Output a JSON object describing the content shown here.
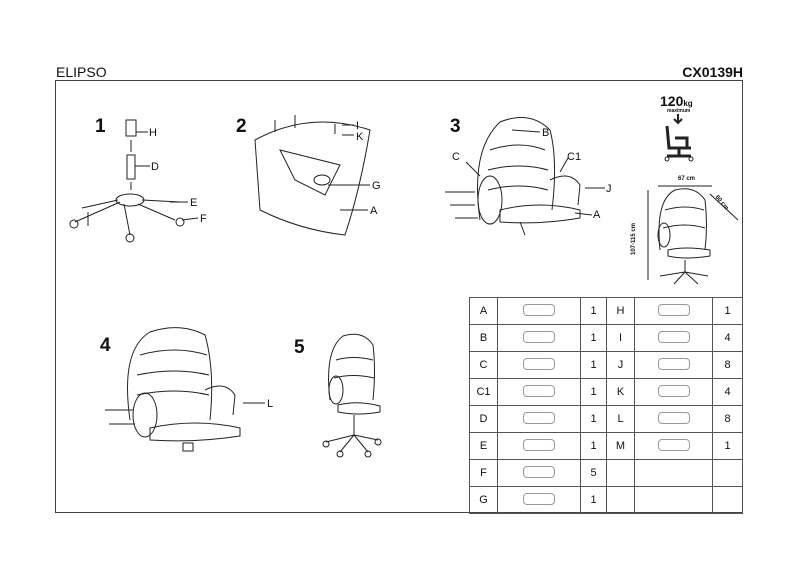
{
  "header": {
    "brand": "ELIPSO",
    "code": "CX0139H"
  },
  "steps": [
    "1",
    "2",
    "3",
    "4",
    "5"
  ],
  "callouts": {
    "s1": [
      "H",
      "D",
      "E",
      "F"
    ],
    "s2": [
      "I",
      "K",
      "G",
      "A"
    ],
    "s3": [
      "B",
      "C",
      "C1",
      "J",
      "A"
    ],
    "s4": [
      "L"
    ]
  },
  "specs": {
    "load": "120",
    "unit": "kg",
    "max": "maximum",
    "width": "67 cm",
    "depth": "60 cm",
    "height": "107-115 cm"
  },
  "parts": [
    {
      "l": "A",
      "q": "1",
      "l2": "H",
      "q2": "1"
    },
    {
      "l": "B",
      "q": "1",
      "l2": "I",
      "q2": "4"
    },
    {
      "l": "C",
      "q": "1",
      "l2": "J",
      "q2": "8"
    },
    {
      "l": "C1",
      "q": "1",
      "l2": "K",
      "q2": "4"
    },
    {
      "l": "D",
      "q": "1",
      "l2": "L",
      "q2": "8"
    },
    {
      "l": "E",
      "q": "1",
      "l2": "M",
      "q2": "1"
    },
    {
      "l": "F",
      "q": "5",
      "l2": "",
      "q2": ""
    },
    {
      "l": "G",
      "q": "1",
      "l2": "",
      "q2": ""
    }
  ]
}
